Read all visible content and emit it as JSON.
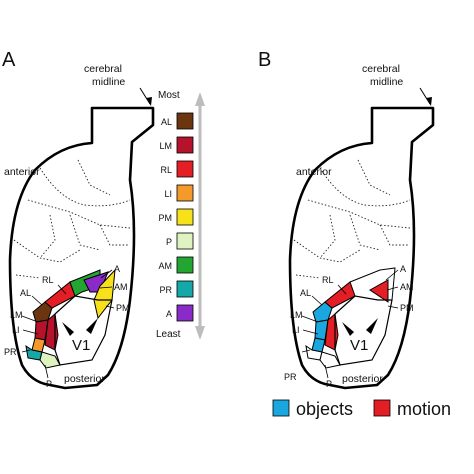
{
  "panel_a": {
    "letter": "A",
    "midline": [
      "cerebral",
      "midline"
    ],
    "anterior": "anterior",
    "posterior": "posterior",
    "v1": "V1",
    "area_labels": {
      "al": "AL",
      "lm": "LM",
      "li": "LI",
      "pr": "PR",
      "p": "P",
      "rl": "RL",
      "a": "A",
      "am": "AM",
      "pm": "PM"
    }
  },
  "scale": {
    "top": "Most",
    "bottom": "Least",
    "items": [
      {
        "label": "AL",
        "color": "#6b3510"
      },
      {
        "label": "LM",
        "color": "#b5132c"
      },
      {
        "label": "RL",
        "color": "#e31e24"
      },
      {
        "label": "LI",
        "color": "#f39a2b"
      },
      {
        "label": "PM",
        "color": "#f7e11a"
      },
      {
        "label": "P",
        "color": "#dff3c0"
      },
      {
        "label": "AM",
        "color": "#23a532"
      },
      {
        "label": "PR",
        "color": "#14a8a8"
      },
      {
        "label": "A",
        "color": "#8a2bc9"
      }
    ]
  },
  "panel_b": {
    "letter": "B",
    "midline": [
      "cerebral",
      "midline"
    ],
    "anterior": "anterior",
    "posterior": "posterior",
    "v1": "V1",
    "area_labels": {
      "al": "AL",
      "lm": "LM",
      "li": "LI",
      "pr": "PR",
      "p": "P",
      "rl": "RL",
      "a": "A",
      "am": "AM",
      "pm": "PM"
    }
  },
  "legend": {
    "objects": {
      "label": "objects",
      "color": "#1aa7e0"
    },
    "motion": {
      "label": "motion",
      "color": "#e31e24"
    }
  }
}
